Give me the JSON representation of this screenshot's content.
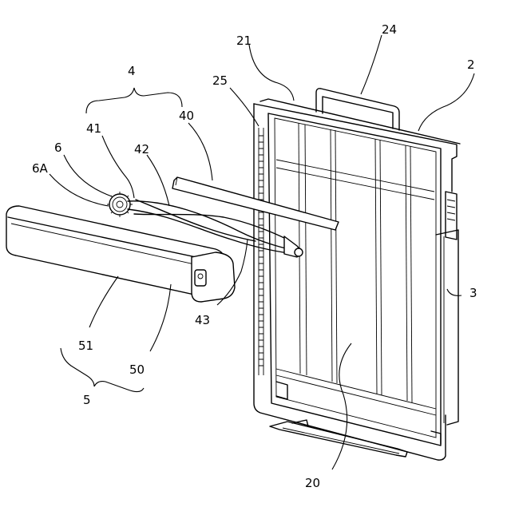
{
  "labels": {
    "l2": "2",
    "l3": "3",
    "l4": "4",
    "l5": "5",
    "l6": "6",
    "l6a": "6A",
    "l20": "20",
    "l21": "21",
    "l24": "24",
    "l25": "25",
    "l40": "40",
    "l41": "41",
    "l42": "42",
    "l43": "43",
    "l50": "50",
    "l51": "51"
  }
}
